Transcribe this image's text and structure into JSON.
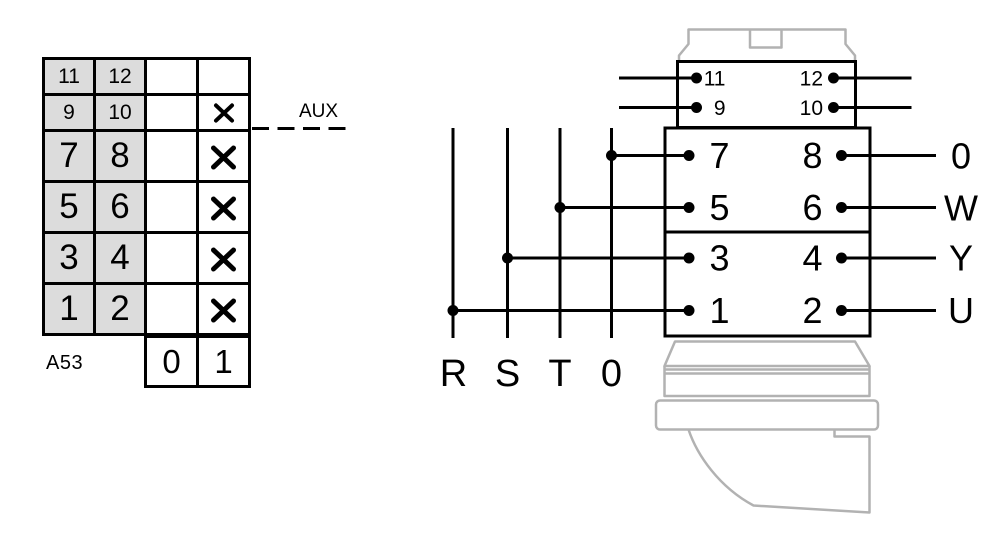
{
  "switch_diagram": {
    "model": "A53",
    "aux_label": "AUX",
    "position_labels": [
      "0",
      "1"
    ],
    "contact_table": {
      "rows": [
        {
          "left": "11",
          "right": "12",
          "closed_in_0": false,
          "closed_in_1": false
        },
        {
          "left": "9",
          "right": "10",
          "closed_in_0": false,
          "closed_in_1": true
        },
        {
          "left": "7",
          "right": "8",
          "closed_in_0": false,
          "closed_in_1": true
        },
        {
          "left": "5",
          "right": "6",
          "closed_in_0": false,
          "closed_in_1": true
        },
        {
          "left": "3",
          "right": "4",
          "closed_in_0": false,
          "closed_in_1": true
        },
        {
          "left": "1",
          "right": "2",
          "closed_in_0": false,
          "closed_in_1": true
        }
      ]
    },
    "schematic": {
      "input_lines": [
        "R",
        "S",
        "T",
        "0"
      ],
      "output_lines": [
        "0",
        "W",
        "Y",
        "U"
      ],
      "aux_terminals": [
        "11",
        "12",
        "9",
        "10"
      ],
      "main_terminals": [
        "7",
        "8",
        "5",
        "6",
        "3",
        "4",
        "1",
        "2"
      ]
    },
    "colors": {
      "line": "#000000",
      "table_shade": "#dcdcdc",
      "body_outline": "#b2b2b2"
    }
  }
}
